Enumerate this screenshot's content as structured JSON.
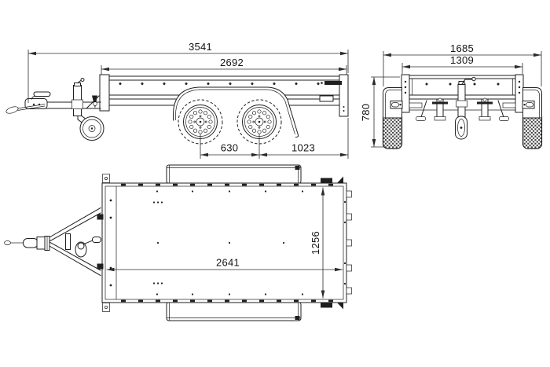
{
  "drawing": {
    "subject": "tandem-axle box trailer - three-view dimensional drawing",
    "colors": {
      "background": "#ffffff",
      "line": "#1f1f1f",
      "dimension_line": "#2b2b2b",
      "text": "#141414"
    },
    "views": {
      "side": {
        "dims": {
          "overall_length": "3541",
          "box_length": "2692",
          "axle_spacing": "630",
          "rear_axle_to_tail": "1023"
        }
      },
      "rear": {
        "dims": {
          "overall_width": "1685",
          "body_width": "1309",
          "height": "780"
        }
      },
      "top": {
        "dims": {
          "bed_length": "2641",
          "bed_width": "1256"
        }
      }
    }
  }
}
